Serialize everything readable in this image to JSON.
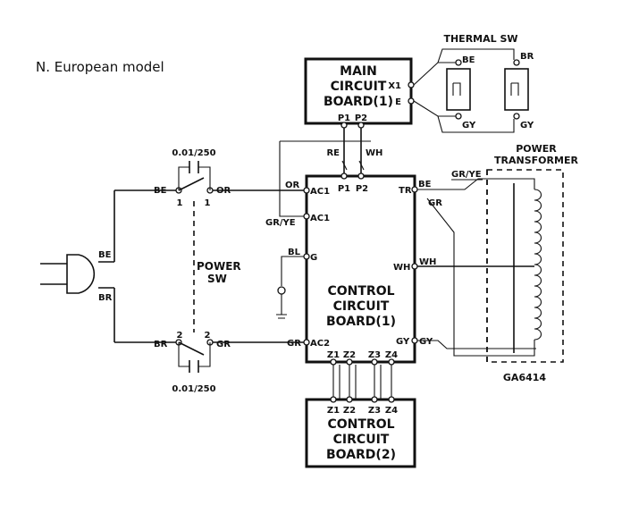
{
  "title": "N. European model",
  "boards": {
    "main": [
      "MAIN",
      "CIRCUIT",
      "BOARD(1)"
    ],
    "control1": [
      "CONTROL",
      "CIRCUIT",
      "BOARD(1)"
    ],
    "control2": [
      "CONTROL",
      "CIRCUIT",
      "BOARD(2)"
    ]
  },
  "thermal_sw": "THERMAL SW",
  "power_transformer": [
    "POWER",
    "TRANSFORMER"
  ],
  "power_sw": [
    "POWER",
    "SW"
  ],
  "transformer_code": "GA6414",
  "capacitor_top": "0.01/250",
  "capacitor_bottom": "0.01/250",
  "switch_top": {
    "left": "BE",
    "right": "OR",
    "left_num": "1",
    "right_num": "1"
  },
  "switch_bottom": {
    "left": "BR",
    "right": "GR",
    "left_num": "2",
    "right_num": "2"
  },
  "plug": {
    "top": "BE",
    "bottom": "BR"
  },
  "main_pins": {
    "x1": "X1",
    "e": "E",
    "p1": "P1",
    "p2": "P2"
  },
  "thermal": {
    "be": "BE",
    "gy1": "GY",
    "br": "BR",
    "gy2": "GY"
  },
  "wire_re": "RE",
  "wire_wh_top": "WH",
  "cb1_pins": {
    "p1": "P1",
    "p2": "P2",
    "or": "OR",
    "ac1a": "AC1",
    "grye": "GR/YE",
    "ac1b": "AC1",
    "bl": "BL",
    "g": "G",
    "gr": "GR",
    "ac2": "AC2",
    "z1": "Z1",
    "z2": "Z2",
    "z3": "Z3",
    "z4": "Z4",
    "tr": "TR",
    "be": "BE",
    "gr_r": "GR",
    "wh_in": "WH",
    "wh_out": "WH",
    "gy_in": "GY",
    "gy_out": "GY"
  },
  "grye_right": "GR/YE",
  "cb2_pins": {
    "z1": "Z1",
    "z2": "Z2",
    "z3": "Z3",
    "z4": "Z4"
  }
}
